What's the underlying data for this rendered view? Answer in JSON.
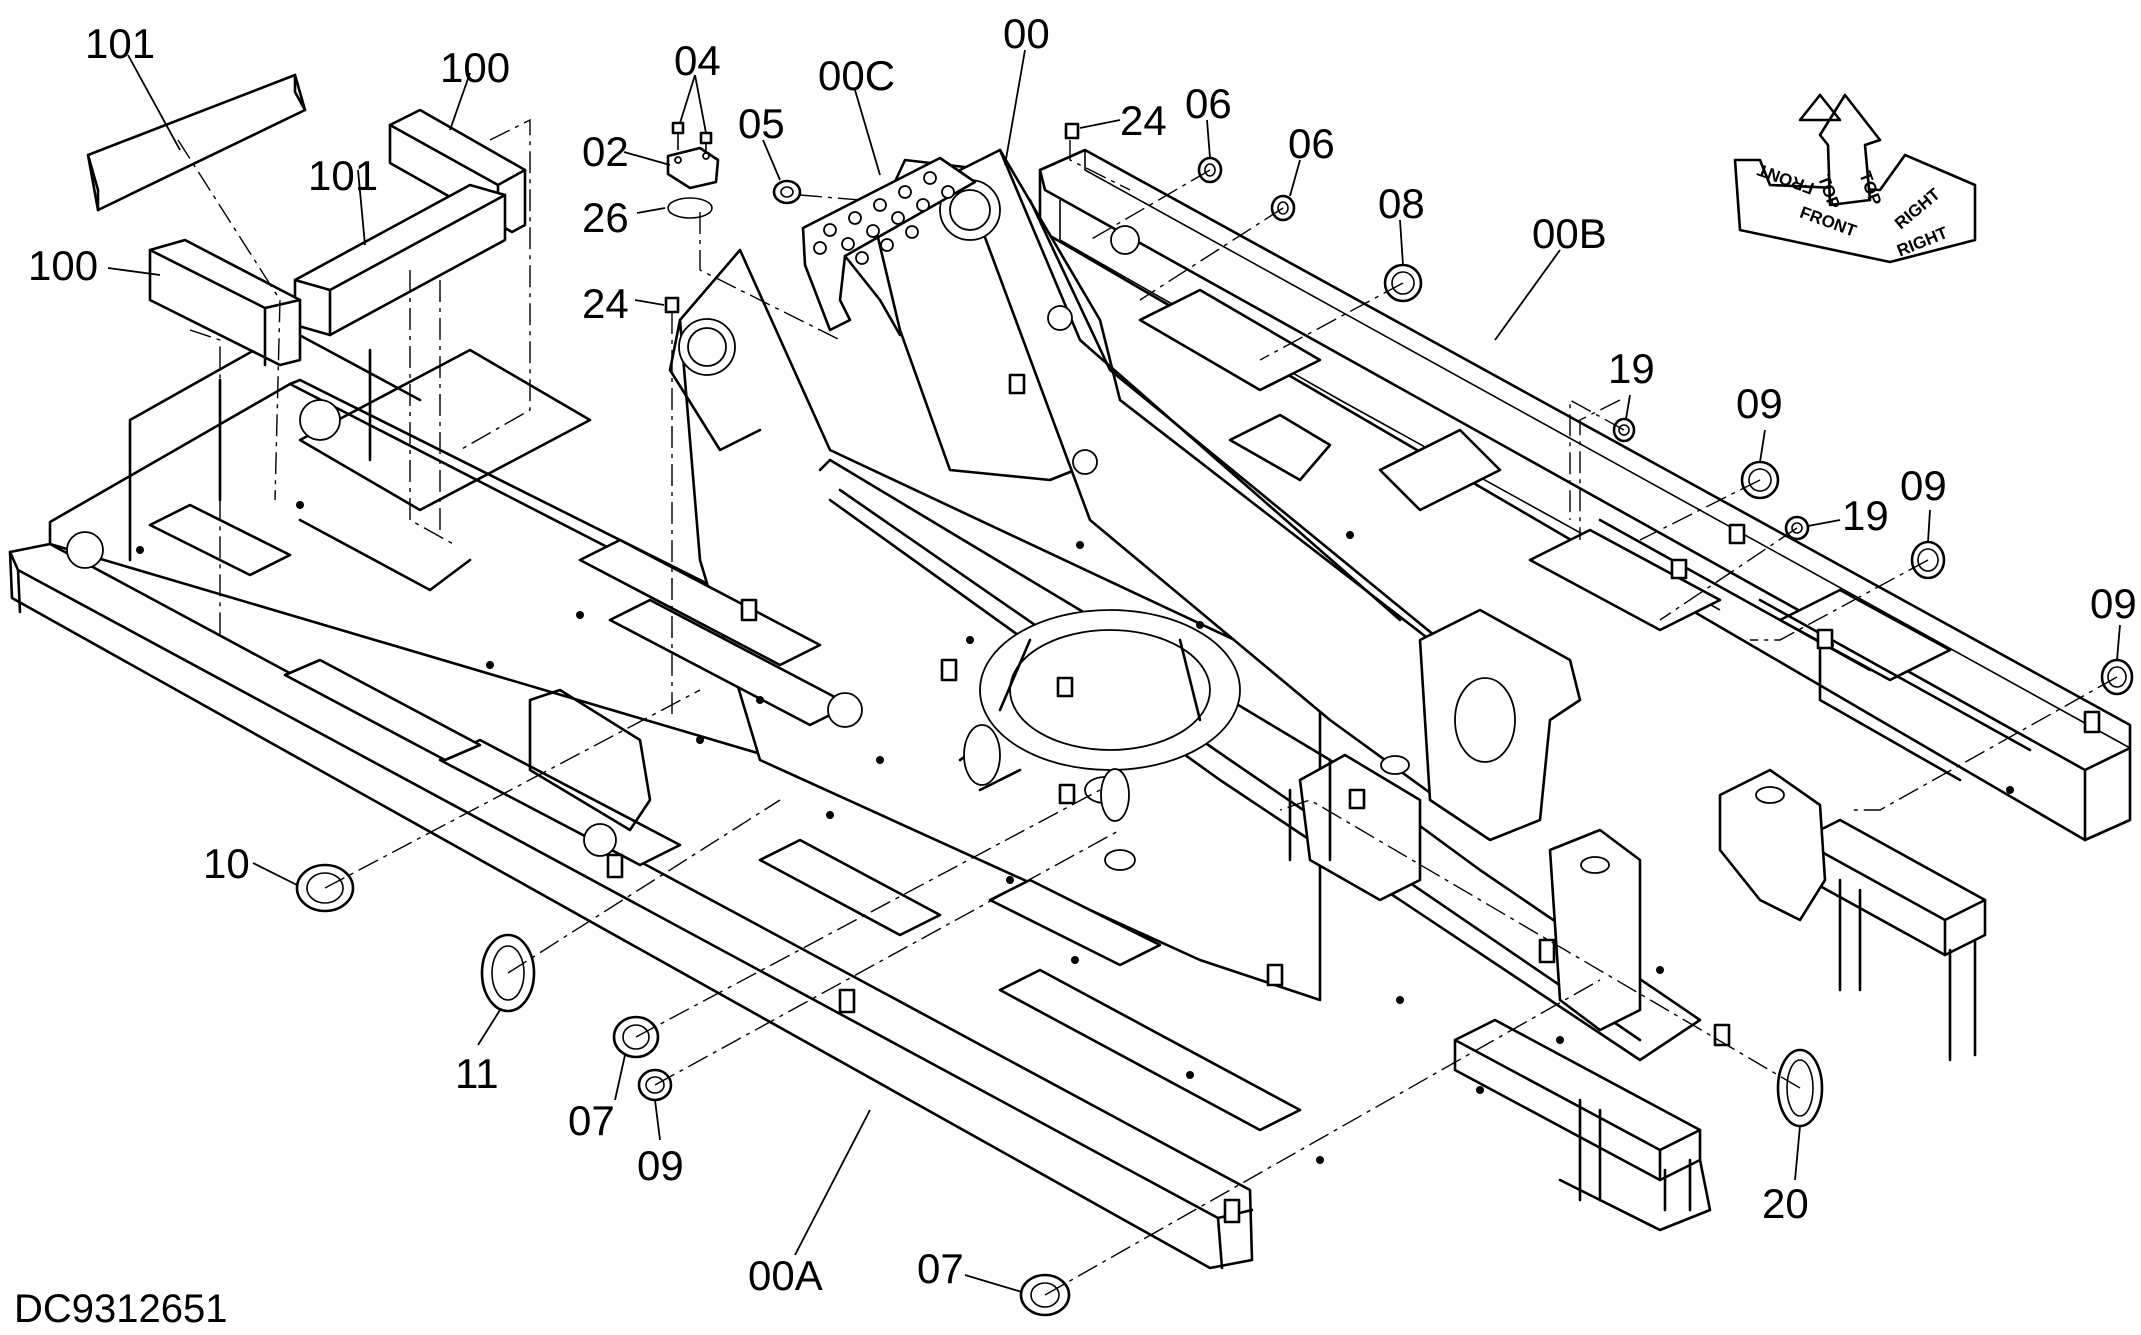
{
  "drawing_code": "DC9312651",
  "orientation": {
    "front": "FRONT",
    "top": "TOP",
    "right": "RIGHT"
  },
  "callouts": [
    {
      "text": "101"
    },
    {
      "text": "100"
    },
    {
      "text": "101"
    },
    {
      "text": "100"
    },
    {
      "text": "04"
    },
    {
      "text": "02"
    },
    {
      "text": "26"
    },
    {
      "text": "24"
    },
    {
      "text": "00C"
    },
    {
      "text": "05"
    },
    {
      "text": "00"
    },
    {
      "text": "24"
    },
    {
      "text": "06"
    },
    {
      "text": "06"
    },
    {
      "text": "08"
    },
    {
      "text": "00B"
    },
    {
      "text": "19"
    },
    {
      "text": "09"
    },
    {
      "text": "19"
    },
    {
      "text": "09"
    },
    {
      "text": "09"
    },
    {
      "text": "10"
    },
    {
      "text": "11"
    },
    {
      "text": "07"
    },
    {
      "text": "09"
    },
    {
      "text": "00A"
    },
    {
      "text": "07"
    },
    {
      "text": "20"
    }
  ]
}
